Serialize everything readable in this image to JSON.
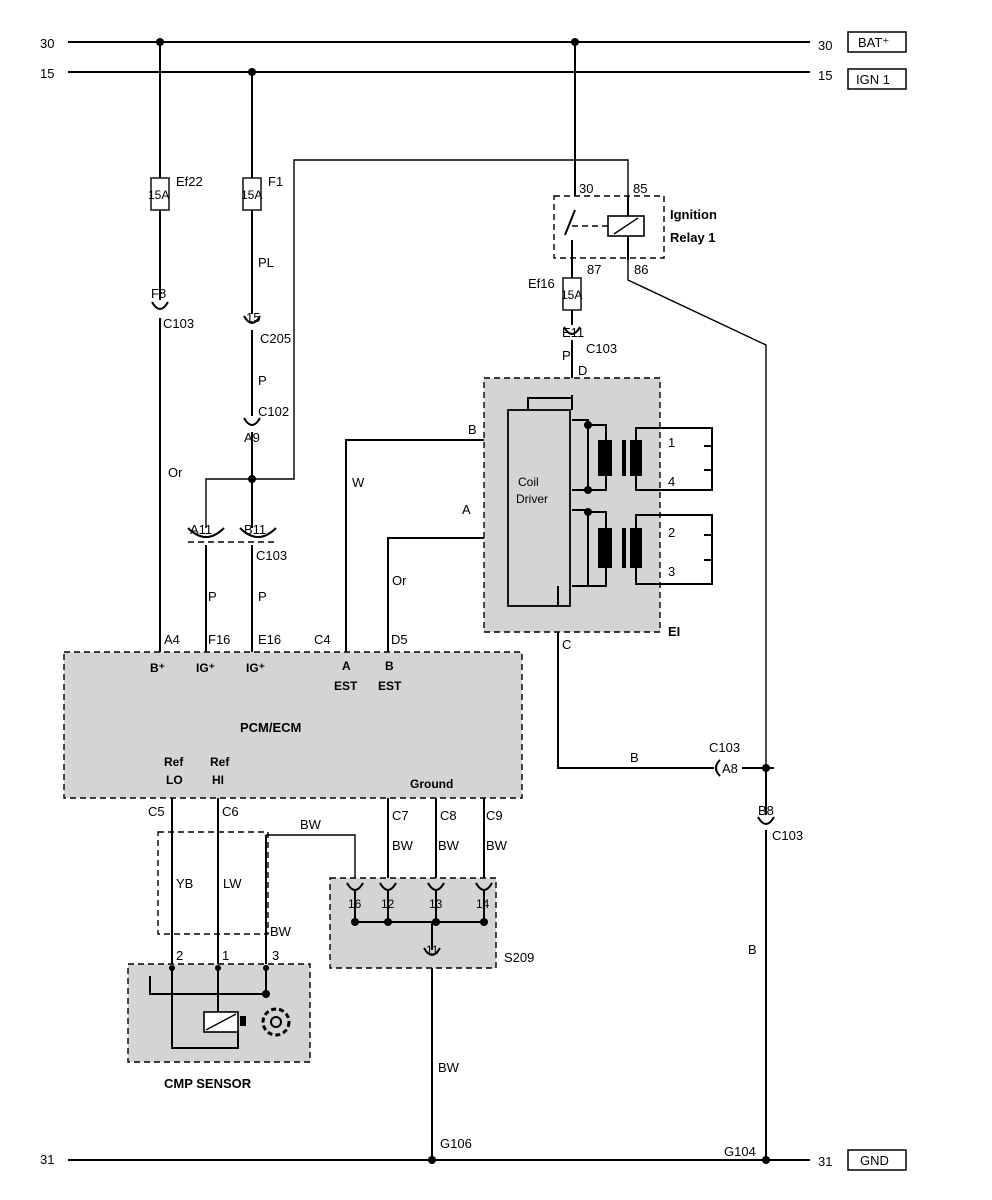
{
  "rails": {
    "bat": {
      "left_num": "30",
      "right_num": "30",
      "tag": "BAT⁺"
    },
    "ign": {
      "left_num": "15",
      "right_num": "15",
      "tag": "IGN 1"
    },
    "gnd": {
      "left_num": "31",
      "right_num": "31",
      "tag": "GND"
    }
  },
  "fuses": {
    "ef22": {
      "name": "Ef22",
      "rating": "15A"
    },
    "f1": {
      "name": "F1",
      "rating": "15A"
    },
    "ef16": {
      "name": "Ef16",
      "rating": "15A"
    }
  },
  "relay": {
    "title_line1": "Ignition",
    "title_line2": "Relay 1",
    "pin30": "30",
    "pin85": "85",
    "pin87": "87",
    "pin86": "86"
  },
  "connectors": {
    "f8": "F8",
    "c103_a": "C103",
    "p15": "15",
    "c205": "C205",
    "c102": "C102",
    "a9": "A9",
    "e11": "E11",
    "c103_b": "C103",
    "a11": "A11",
    "b11": "B11",
    "c103_c": "C103",
    "c103_d": "C103",
    "a8": "A8",
    "b8": "B8",
    "c103_e": "C103"
  },
  "wire_colors": {
    "pl": "PL",
    "p1": "P",
    "p2": "P",
    "p3": "P",
    "p4": "P",
    "or1": "Or",
    "or2": "Or",
    "w": "W",
    "b1": "B",
    "a1": "A",
    "c1": "C",
    "d1": "D",
    "b2": "B",
    "b3": "B",
    "yb": "YB",
    "lw": "LW",
    "bw1": "BW",
    "bw2": "BW",
    "bw3": "BW",
    "bw4": "BW",
    "bw5": "BW",
    "bw6": "BW"
  },
  "ei": {
    "label": "EI",
    "driver_line1": "Coil",
    "driver_line2": "Driver",
    "out1": "1",
    "out4": "4",
    "out2": "2",
    "out3": "3"
  },
  "pcm": {
    "title": "PCM/ECM",
    "pin_a4": "A4",
    "pin_f16": "F16",
    "pin_e16": "E16",
    "pin_c4": "C4",
    "pin_d5": "D5",
    "in_b": "B⁺",
    "in_ig1": "IG⁺",
    "in_ig2": "IG⁺",
    "in_a": "A",
    "in_est1": "EST",
    "in_b2": "B",
    "in_est2": "EST",
    "ref_lo_1": "Ref",
    "ref_lo_2": "LO",
    "ref_hi_1": "Ref",
    "ref_hi_2": "HI",
    "ground": "Ground",
    "pin_c5": "C5",
    "pin_c6": "C6",
    "pin_c7": "C7",
    "pin_c8": "C8",
    "pin_c9": "C9"
  },
  "splice": {
    "label": "S209",
    "t16": "16",
    "t12": "12",
    "t13": "13",
    "t14": "14",
    "t11": "11"
  },
  "cmp": {
    "label": "CMP SENSOR",
    "pin2": "2",
    "pin1": "1",
    "pin3": "3"
  },
  "grounds": {
    "g106": "G106",
    "g104": "G104"
  }
}
